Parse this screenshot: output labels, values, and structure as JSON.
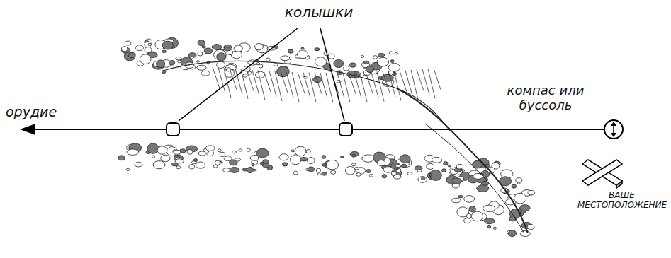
{
  "diagram": {
    "labels": [
      "колышки",
      "орудие",
      "компас или буссоль",
      "ВАШЕ МЕСТОПОЛОЖЕНИЕ"
    ]
  }
}
